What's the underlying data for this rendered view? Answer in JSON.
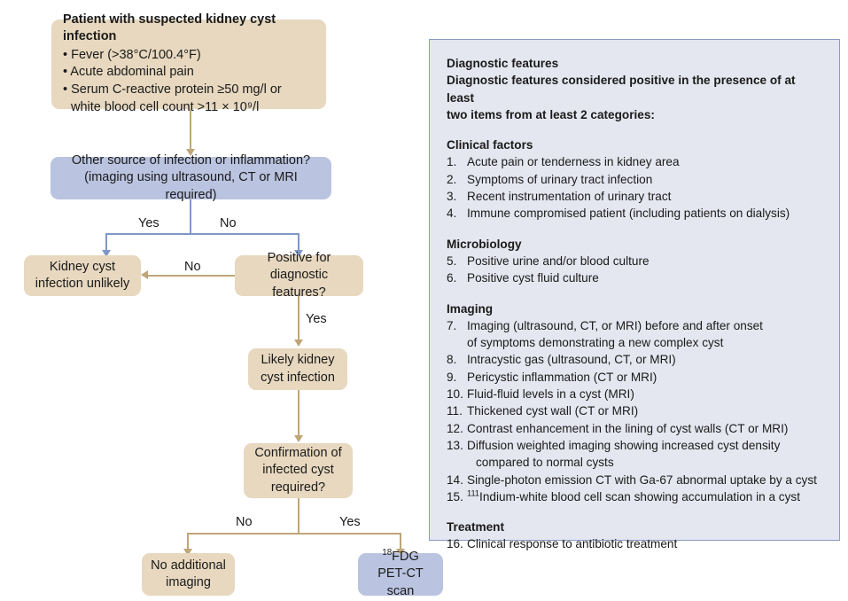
{
  "flow": {
    "start": {
      "title": "Patient with suspected kidney cyst infection",
      "bullets": [
        "• Fever (>38°C/100.4°F)",
        "• Acute abdominal pain",
        "• Serum C-reactive protein ≥50 mg/l or",
        "white blood cell count >11 × 10⁹/l"
      ]
    },
    "other_source": {
      "line1": "Other source of infection or inflammation?",
      "line2": "(imaging using ultrasound, CT or MRI required)"
    },
    "unlikely": {
      "line1": "Kidney cyst",
      "line2": "infection unlikely"
    },
    "positive_features": {
      "line1": "Positive for",
      "line2": "diagnostic features?"
    },
    "likely": {
      "line1": "Likely kidney",
      "line2": "cyst infection"
    },
    "confirmation": {
      "line1": "Confirmation of",
      "line2": "infected cyst",
      "line3": "required?"
    },
    "no_imaging": {
      "line1": "No additional",
      "line2": "imaging"
    },
    "pet": {
      "line1_sup": "18",
      "line1": "FDG",
      "line2": "PET-CT scan"
    },
    "edges": {
      "yes1": "Yes",
      "no1": "No",
      "no2": "No",
      "yes2": "Yes",
      "no3": "No",
      "yes3": "Yes"
    }
  },
  "panel": {
    "heading": "Diagnostic features",
    "intro_line1": "Diagnostic features considered positive in the presence of at least",
    "intro_line2": "two items from at least 2 categories:",
    "sections": [
      {
        "title": "Clinical factors",
        "items": [
          {
            "num": "1.",
            "text": "Acute pain or tenderness in kidney area"
          },
          {
            "num": "2.",
            "text": "Symptoms of urinary tract infection"
          },
          {
            "num": "3.",
            "text": "Recent instrumentation of urinary tract"
          },
          {
            "num": "4.",
            "text": "Immune compromised patient (including patients on dialysis)"
          }
        ]
      },
      {
        "title": "Microbiology",
        "items": [
          {
            "num": "5.",
            "text": "Positive urine and/or blood culture"
          },
          {
            "num": "6.",
            "text": "Positive cyst fluid culture"
          }
        ]
      },
      {
        "title": "Imaging",
        "items": [
          {
            "num": "7.",
            "text": "Imaging (ultrasound, CT, or MRI) before and after onset",
            "text2": "of symptoms demonstrating a new complex cyst"
          },
          {
            "num": "8.",
            "text": "Intracystic gas (ultrasound, CT, or MRI)"
          },
          {
            "num": "9.",
            "text": "Pericystic inflammation (CT or MRI)"
          },
          {
            "num": "10.",
            "text": "Fluid-fluid levels in a cyst (MRI)"
          },
          {
            "num": "11.",
            "text": "Thickened cyst wall (CT or MRI)"
          },
          {
            "num": "12.",
            "text": "Contrast enhancement in the lining of cyst walls (CT or MRI)"
          },
          {
            "num": "13.",
            "text": "Diffusion weighted imaging showing increased cyst density",
            "text2": "compared to normal cysts"
          },
          {
            "num": "14.",
            "text": "Single-photon emission CT with Ga-67 abnormal uptake by a cyst"
          },
          {
            "num": "15.",
            "sup": "111",
            "text": "Indium-white blood cell scan showing accumulation in a cyst"
          }
        ]
      },
      {
        "title": "Treatment",
        "items": [
          {
            "num": "16.",
            "text": "Clinical response to antibiotic treatment"
          }
        ]
      }
    ]
  },
  "colors": {
    "tan_fill": "#e7d8bf",
    "blue_fill": "#bac4e0",
    "panel_fill": "#e5e7f0",
    "panel_border": "#8a9ac0",
    "tan_line": "#bfa578",
    "blue_line": "#7f97c6"
  }
}
